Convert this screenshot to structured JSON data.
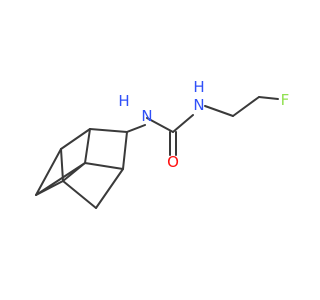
{
  "molecule": {
    "atoms": {
      "nitrogen_left": {
        "label": "N",
        "color": "#3050f8"
      },
      "hydrogen_left": {
        "label": "H",
        "color": "#3050f8"
      },
      "nitrogen_right": {
        "label": "N",
        "color": "#3050f8"
      },
      "hydrogen_right": {
        "label": "H",
        "color": "#3050f8"
      },
      "oxygen": {
        "label": "O",
        "color": "#ff0d0d"
      },
      "fluorine": {
        "label": "F",
        "color": "#90e050"
      }
    },
    "bond_color": "#3a3a3a"
  }
}
